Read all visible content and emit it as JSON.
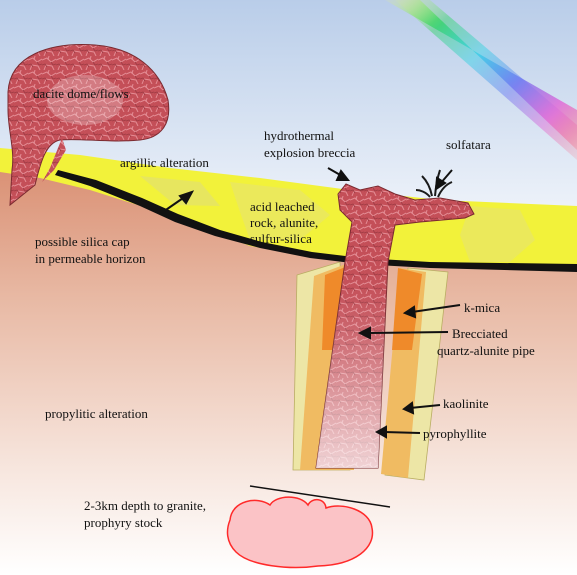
{
  "labels": {
    "dome": "dacite dome/flows",
    "argillic": "argillic alteration",
    "hydrothermal_l1": "hydrothermal",
    "hydrothermal_l2": "explosion breccia",
    "solfatara": "solfatara",
    "acid_l1": "acid leached",
    "acid_l2": "rock, alunite,",
    "acid_l3": "sulfur-silica",
    "silica_l1": "possible silica cap",
    "silica_l2": "in permeable horizon",
    "kmica": "k-mica",
    "breccia_l1": "Brecciated",
    "breccia_l2": "quartz-alunite pipe",
    "propylitic": "propylitic alteration",
    "kaolinite": "kaolinite",
    "pyrophyllite": "pyrophyllite",
    "depth_l1": "2-3km depth to granite,",
    "depth_l2": "prophyry stock"
  },
  "colors": {
    "sky": "#c9d7ee",
    "ground": "#d89a80",
    "yellow_layer": "#f2f23a",
    "silica_cap": "#111111",
    "dome": "#c44f58",
    "pipe": "#c0545b",
    "pipe_core": "#e9dbe2",
    "kmica": "#ef8a2a",
    "pyrophyllite": "#f0bb62",
    "kaolinite": "#ede6a6",
    "granite": "#fbc3c6",
    "granite_outline": "#ff2a2a"
  }
}
